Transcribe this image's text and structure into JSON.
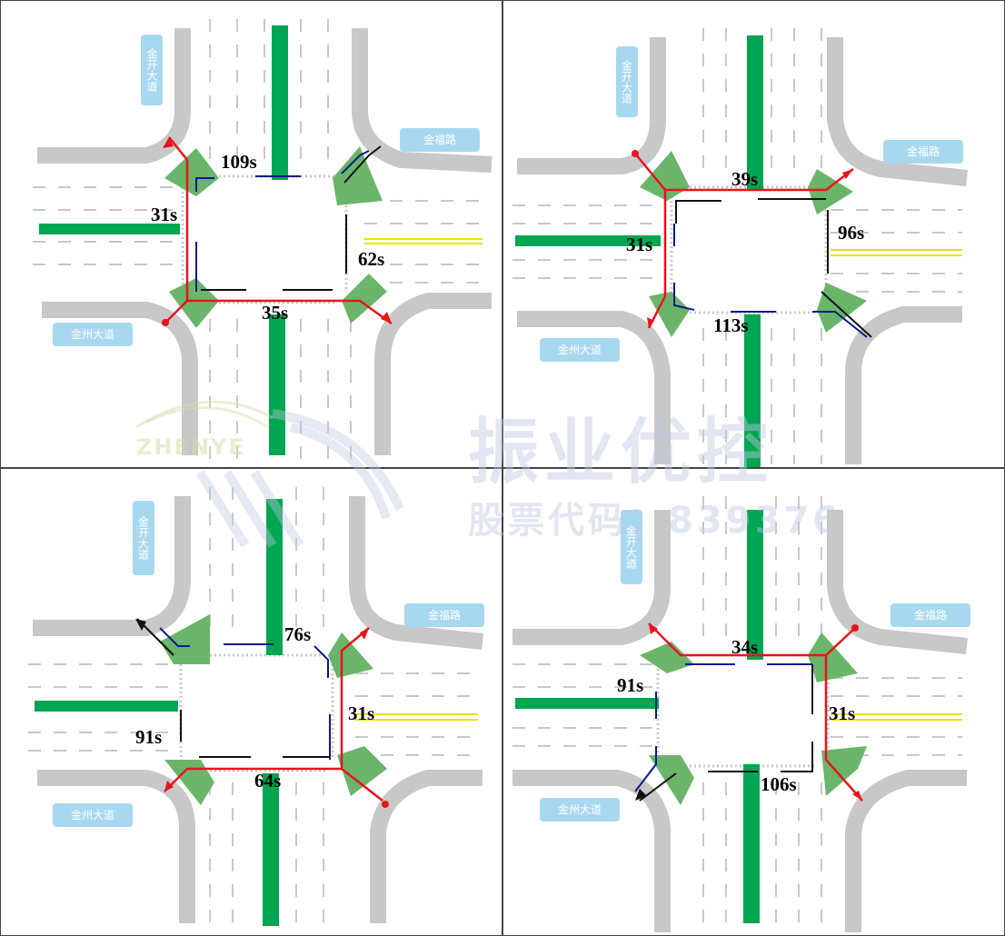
{
  "panels": [
    {
      "id": "p1",
      "roads": {
        "north": "金开大道",
        "east": "金福路",
        "west": "金州大道"
      },
      "timings": [
        "109s",
        "31s",
        "62s",
        "35s"
      ]
    },
    {
      "id": "p2",
      "roads": {
        "north": "金开大道",
        "east": "金福路",
        "west": "金州大道"
      },
      "timings": [
        "39s",
        "31s",
        "96s",
        "113s"
      ]
    },
    {
      "id": "p3",
      "roads": {
        "north": "金开大道",
        "east": "金福路",
        "west": "金州大道"
      },
      "timings": [
        "76s",
        "31s",
        "91s",
        "64s"
      ]
    },
    {
      "id": "p4",
      "roads": {
        "north": "金开大道",
        "east": "金福路",
        "west": "金州大道"
      },
      "timings": [
        "34s",
        "91s",
        "31s",
        "106s"
      ]
    }
  ],
  "watermark": {
    "title": "振业优控",
    "code": "股票代码：839376",
    "logo_text": "ZHENYE"
  },
  "colors": {
    "road": "#c8c8c8",
    "green_band": "#00a651",
    "island": "#6ab56a",
    "red_path": "#e8141c",
    "blue_line": "#0a1a8c",
    "label_bg": "#a8d8f0",
    "yellow_line": "#f0e000"
  }
}
